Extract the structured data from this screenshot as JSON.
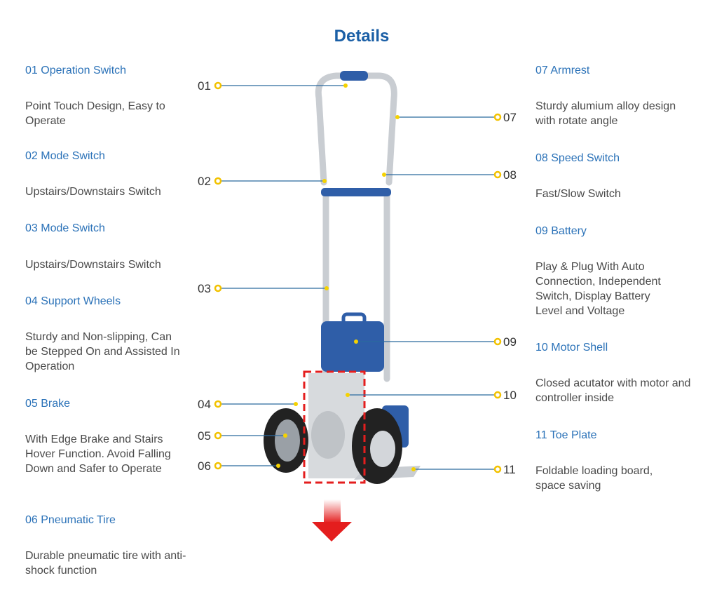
{
  "title": "Details",
  "left": [
    {
      "n": "01",
      "h": "01 Operation Switch",
      "d": "Point Touch Design, Easy to Operate"
    },
    {
      "n": "02",
      "h": "02 Mode Switch",
      "d": "Upstairs/Downstairs Switch"
    },
    {
      "n": "03",
      "h": "03 Mode Switch",
      "d": "Upstairs/Downstairs Switch"
    },
    {
      "n": "04",
      "h": "04 Support Wheels",
      "d": "Sturdy and Non-slipping, Can be Stepped On and Assisted In Operation"
    },
    {
      "n": "05",
      "h": "05 Brake",
      "d": "With Edge Brake and Stairs Hover Function. Avoid Falling Down and Safer to Operate"
    },
    {
      "n": "06",
      "h": "06 Pneumatic Tire",
      "d": "Durable pneumatic tire with anti-shock function"
    }
  ],
  "right": [
    {
      "n": "07",
      "h": "07 Armrest",
      "d": "Sturdy alumium alloy design with rotate angle"
    },
    {
      "n": "08",
      "h": "08 Speed Switch",
      "d": "Fast/Slow Switch"
    },
    {
      "n": "09",
      "h": "09 Battery",
      "d": "Play & Plug With Auto Connection, Independent Switch, Display Battery Level and Voltage"
    },
    {
      "n": "10",
      "h": "10 Motor Shell",
      "d": "Closed acutator with motor and controller inside"
    },
    {
      "n": "11",
      "h": "11 Toe Plate",
      "d": "Foldable loading board, space saving"
    }
  ],
  "colors": {
    "accent": "#1a5fa6",
    "marker": "#f2c200",
    "frame": "#2f5ea8",
    "highlight": "#e41e1e"
  }
}
